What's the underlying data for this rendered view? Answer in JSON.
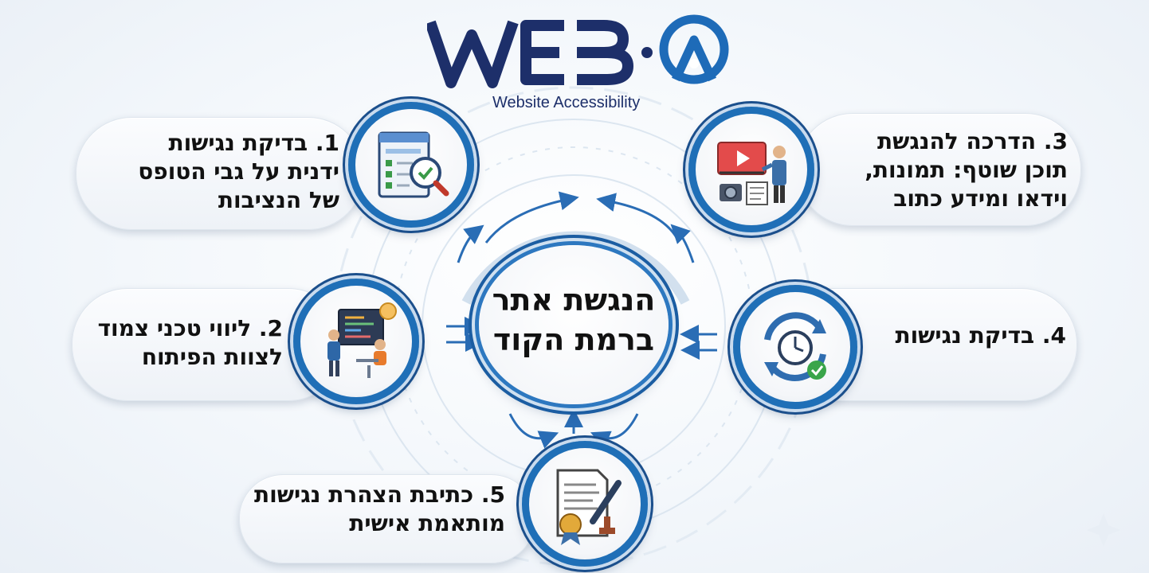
{
  "logo": {
    "wordmark": "WEB·A",
    "subtitle": "Website Accessibility"
  },
  "center": {
    "line1": "הנגשת אתר",
    "line2": "ברמת הקוד"
  },
  "steps": [
    {
      "line1": "1. בדיקת נגישות",
      "line2": "ידנית על גבי הטופס",
      "line3": "של הנציבות",
      "icon": "checklist-magnifier-icon"
    },
    {
      "line1": "2. ליווי טכני צמוד",
      "line2": "לצוות הפיתוח",
      "icon": "developers-team-icon"
    },
    {
      "line1": "3. הדרכה להנגשת",
      "line2": "תוכן שוטף: תמונות,",
      "line3": "וידאו ומידע כתוב",
      "icon": "media-presentation-icon"
    },
    {
      "line1": "4. בדיקת נגישות",
      "icon": "clock-refresh-check-icon"
    },
    {
      "line1": "5. כתיבת הצהרת נגישות",
      "line2": "מותאמת אישית",
      "icon": "document-pen-seal-icon"
    }
  ],
  "colors": {
    "navy": "#1d2f6a",
    "blue": "#1f6fb7",
    "light_blue": "#cfe0f0",
    "text": "#111111"
  }
}
